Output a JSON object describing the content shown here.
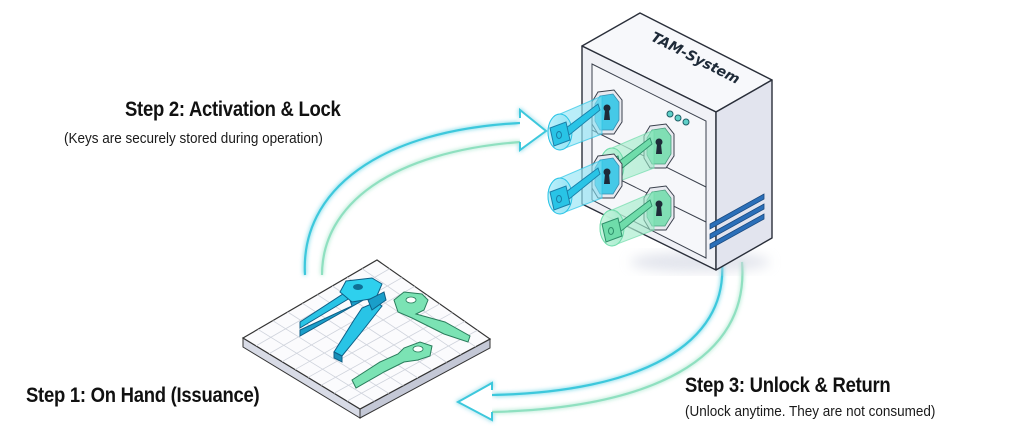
{
  "steps": [
    {
      "id": "step1",
      "title": "Step 1: On Hand (Issuance)",
      "subtitle": ""
    },
    {
      "id": "step2",
      "title": "Step 2: Activation & Lock",
      "subtitle": "(Keys are securely stored during operation)"
    },
    {
      "id": "step3",
      "title": "Step 3: Unlock & Return",
      "subtitle": "(Unlock anytime. They are not consumed)"
    }
  ],
  "server": {
    "label": "TAM-System",
    "slot_count": 4,
    "indicator_lights": 3,
    "vent_lines": 3
  },
  "tray": {
    "keys": [
      {
        "color": "cyan",
        "count": 2
      },
      {
        "color": "green",
        "count": 2
      }
    ]
  },
  "colors": {
    "cyan": "#29c4e6",
    "cyan_dark": "#1a7fa8",
    "green": "#6fdcaa",
    "green_dark": "#2e8f6a",
    "arrow_outer": "#3cc8dc",
    "arrow_inner": "#8fe0c0",
    "vent": "#2b6fb8",
    "text": "#111111"
  }
}
